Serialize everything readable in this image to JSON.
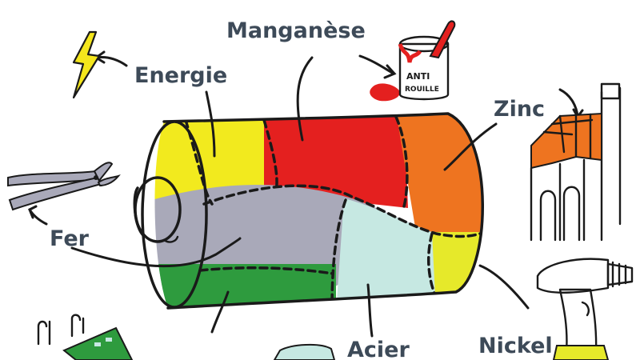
{
  "labels": {
    "energie": "Energie",
    "manganese": "Manganèse",
    "zinc": "Zinc",
    "fer": "Fer",
    "nickel": "Nickel",
    "acier": "Acier",
    "paint_can_line1": "ANTI",
    "paint_can_line2": "ROUILLE"
  },
  "colors": {
    "energie": "#f2ea1e",
    "manganese": "#e4201f",
    "zinc": "#ee7420",
    "fer": "#a9a9b9",
    "acier": "#c6e8e2",
    "nickel": "#e6e92a",
    "cut_off_green": "#2e9b3e",
    "battery_cap": "#dfe6ee",
    "lightning": "#f4e61c"
  },
  "icons": [
    "lightning-icon",
    "paint-can-icon",
    "house-roof-icon",
    "pliers-icon",
    "drill-icon",
    "circuit-board-icon",
    "ice-cube-icon"
  ]
}
